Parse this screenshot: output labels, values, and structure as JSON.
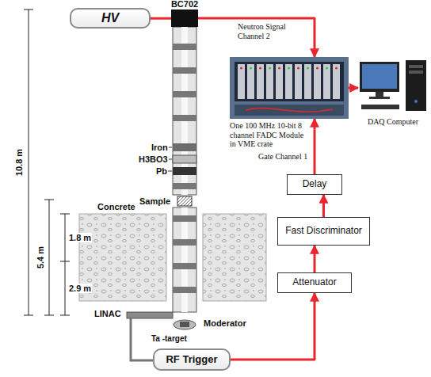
{
  "diagram": {
    "nodes": [
      {
        "text": [
          "HV"
        ]
      },
      {
        "text": [
          "BC702"
        ]
      },
      {
        "text": [
          "One 100 MHz 10-bit 8 channel FADC Module in VME crate"
        ]
      },
      {
        "text": [
          "DAQ Computer"
        ]
      },
      {
        "text": [
          "Delay"
        ]
      },
      {
        "text": [
          "Fast Discriminator"
        ]
      },
      {
        "text": [
          "Attenuator"
        ]
      },
      {
        "text": [
          "RF Trigger"
        ]
      }
    ],
    "edges": [
      {
        "from": 0,
        "to": 1,
        "arrow": "none"
      },
      {
        "from": 1,
        "to": 2,
        "arrow": "to",
        "label": "Neutron Signal Channel 2"
      },
      {
        "from": 2,
        "to": 3,
        "arrow": "to"
      },
      {
        "from": 4,
        "to": 2,
        "arrow": "to",
        "label": "Gate Channel 1"
      },
      {
        "from": 5,
        "to": 4,
        "arrow": "to"
      },
      {
        "from": 6,
        "to": 5,
        "arrow": "to"
      },
      {
        "from": 7,
        "to": 6,
        "arrow": "to"
      }
    ],
    "labels": [
      "10.8 m",
      "5.4 m",
      "1.8 m",
      "2.9 m",
      "Iron",
      "H3BO3",
      "Pb",
      "Sample",
      "Concrete",
      "LINAC",
      "Moderator",
      "Ta -target"
    ]
  }
}
